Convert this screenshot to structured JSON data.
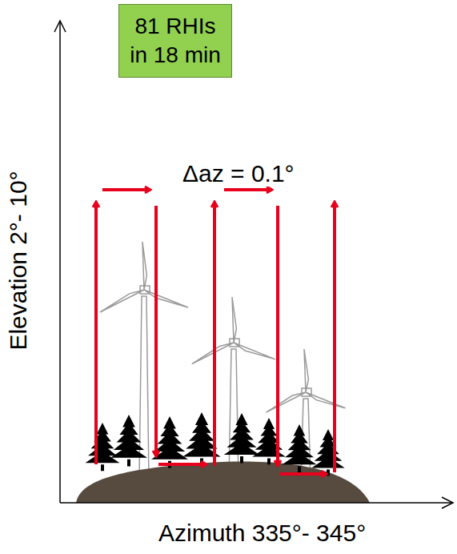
{
  "diagram": {
    "nodes": [
      {
        "text": [
          "81 RHIs in 18 min"
        ]
      }
    ],
    "labels": [
      "Δaz = 0.1°",
      "Elevation 2°- 10°",
      "Azimuth 335°- 345°"
    ]
  }
}
